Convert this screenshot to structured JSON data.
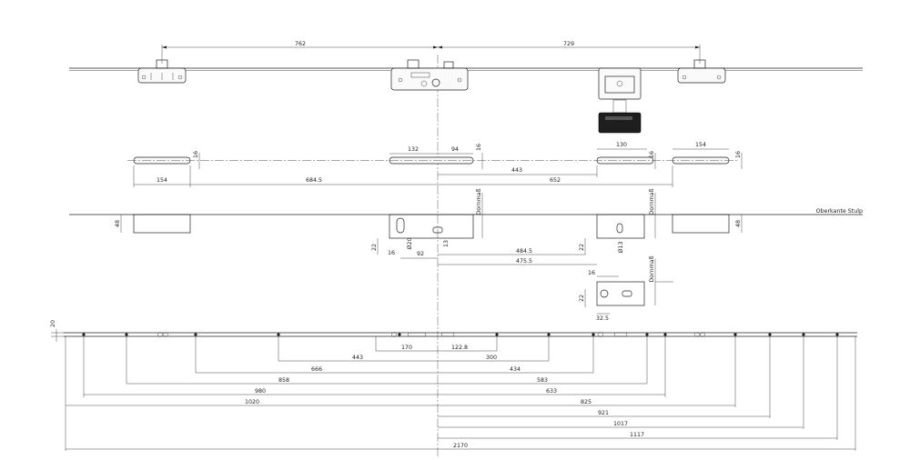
{
  "top_dims": {
    "left": "762",
    "right": "729"
  },
  "strike_dims": {
    "w132": "132",
    "w94": "94",
    "h16a": "16",
    "w130": "130",
    "h16b": "16",
    "w154top": "154",
    "h16c": "16",
    "h16d": "16",
    "w154bot": "154",
    "d684": "684.5",
    "d443": "443",
    "d652": "652"
  },
  "section_dims": {
    "label_top_edge": "Oberkante Stulp",
    "h48L": "48",
    "h48R": "48",
    "dorn1": "Dornmaß",
    "dorn2": "Dornmaß",
    "dorn3": "Dornmaß",
    "v22a": "22",
    "v16": "16",
    "phi20": "Ø20",
    "v13": "13",
    "w92": "92",
    "d4845": "484.5",
    "d4755": "475.5",
    "v22b": "22",
    "phi13": "Ø13",
    "w16": "16",
    "v22c": "22",
    "w325": "32.5"
  },
  "bottom_dims": {
    "h20": "20",
    "d170": "170",
    "d1228": "122.8",
    "d443": "443",
    "d300": "300",
    "d666": "666",
    "d434": "434",
    "d858": "858",
    "d583": "583",
    "d980": "980",
    "d633": "633",
    "d1020": "1020",
    "d825": "825",
    "d921": "921",
    "d1017": "1017",
    "d1117": "1117",
    "d2170": "2170"
  }
}
